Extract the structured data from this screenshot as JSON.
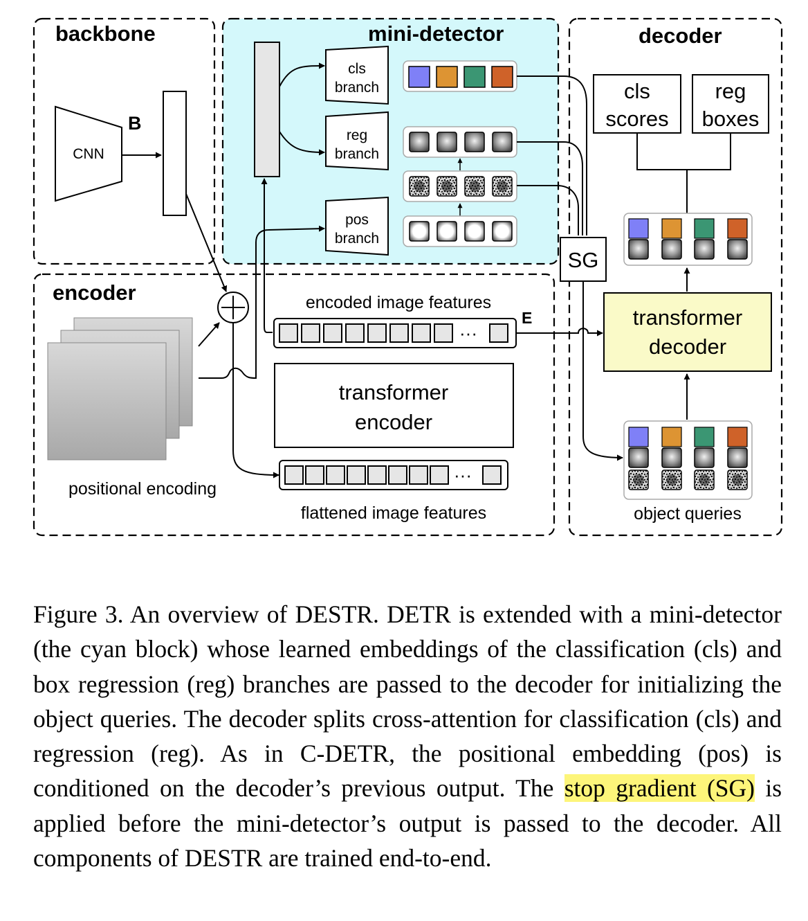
{
  "sections": {
    "backbone": "backbone",
    "mini_detector": "mini-detector",
    "decoder": "decoder",
    "encoder": "encoder"
  },
  "labels": {
    "cnn": "CNN",
    "b": "B",
    "e": "E",
    "cls_branch": [
      "cls",
      "branch"
    ],
    "reg_branch": [
      "reg",
      "branch"
    ],
    "pos_branch": [
      "pos",
      "branch"
    ],
    "sg": "SG",
    "cls_scores": [
      "cls",
      "scores"
    ],
    "reg_boxes": [
      "reg",
      "boxes"
    ],
    "transformer_decoder": [
      "transformer",
      "decoder"
    ],
    "transformer_encoder": [
      "transformer",
      "encoder"
    ],
    "encoded_image_features": "encoded image features",
    "flattened_image_features": "flattened image features",
    "positional_encoding": "positional encoding",
    "object_queries": "object queries",
    "plus": "+",
    "ellipsis": "···"
  },
  "colors": {
    "cyan_block": "#d4f8fb",
    "decoder_box": "#fafac8",
    "cls_purple": "#7f80f7",
    "cls_orange": "#dd9433",
    "cls_green": "#3b9673",
    "cls_red": "#cf6229",
    "highlight": "#fdf57a"
  },
  "caption": {
    "before": "Figure 3. An overview of DESTR. DETR is extended with a mini-detector (the cyan block) whose learned embeddings of the classification (cls) and box regression (reg) branches are passed to the decoder for initializing the object queries. The decoder splits cross-attention for classification (cls) and regression (reg). As in C-DETR, the positional embedding (pos) is conditioned on the decoder’s previous output. The ",
    "highlight": "stop gradient (SG)",
    "after": " is applied before the mini-detector’s output is passed to the decoder. All components of DESTR are trained end-to-end."
  }
}
